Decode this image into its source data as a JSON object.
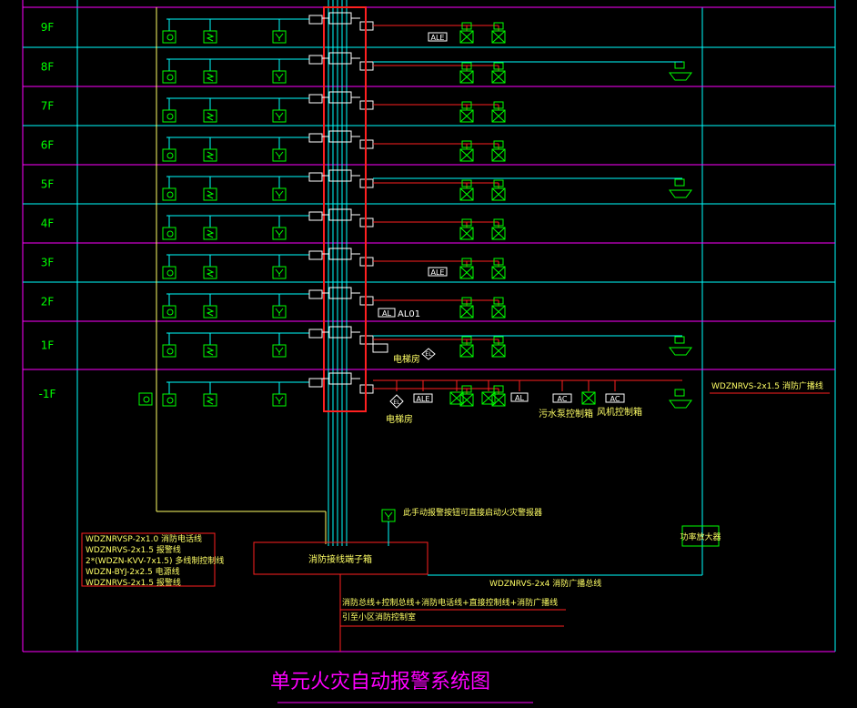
{
  "title": "单元火灾自动报警系统图",
  "floors": [
    "9F",
    "8F",
    "7F",
    "6F",
    "5F",
    "4F",
    "3F",
    "2F",
    "1F",
    "-1F"
  ],
  "device_labels": {
    "ale": "ALE",
    "al": "AL",
    "al01": "AL01",
    "el": "EL",
    "ac": "AC",
    "fire_control": "消防控制室",
    "elevator_room": "电梯房",
    "sewage_pump_box": "污水泵控制箱",
    "fan_box": "风机控制箱"
  },
  "cable_notes": {
    "broadcast_right": "WDZNRVS-2x1.5  消防广播线",
    "broadcast_bottom": "WDZNRVS-2x4  消防广播总线",
    "trunk_route": "消防总线+控制总线+消防电话线+直接控制线+消防广播线",
    "to_control_room": "引至小区消防控制室",
    "manual_note": "此手动报警按钮可直接启动火灾警报器",
    "amplifier": "功率放大器",
    "terminal_box": "消防接线端子箱"
  },
  "legend": [
    "WDZNRVSP-2x1.0  消防电话线",
    "WDZNRVS-2x1.5  报警线",
    "2*(WDZN-KVV-7x1.5)  多线制控制线",
    "WDZN-BYJ-2x2.5  电源线",
    "WDZNRVS-2x1.5  报警线"
  ],
  "colors": {
    "magenta": "#ff00ff",
    "cyan": "#00ffff",
    "green": "#00ff00",
    "red": "#ff2020",
    "yellow": "#ffff66",
    "white": "#ffffff"
  }
}
